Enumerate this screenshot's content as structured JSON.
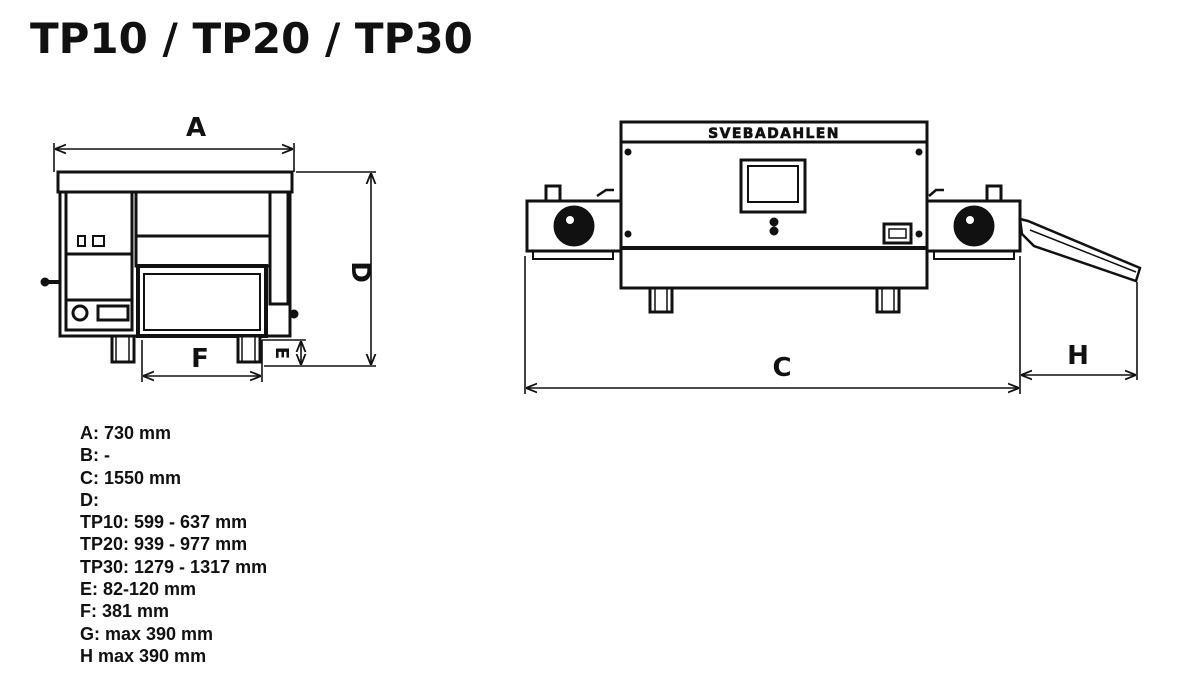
{
  "title": "TP10 / TP20 / TP30",
  "brand_plate": "SVEBADAHLEN",
  "dimension_labels": {
    "a": "A",
    "c": "C",
    "d": "D",
    "e": "E",
    "f": "F",
    "h": "H"
  },
  "specs": [
    "A: 730 mm",
    "B: -",
    "C: 1550 mm",
    "D:",
    "TP10: 599 - 637 mm",
    "TP20: 939 - 977 mm",
    "TP30: 1279 - 1317 mm",
    "E: 82-120 mm",
    "F: 381 mm",
    "G: max 390 mm",
    "H max 390 mm"
  ]
}
